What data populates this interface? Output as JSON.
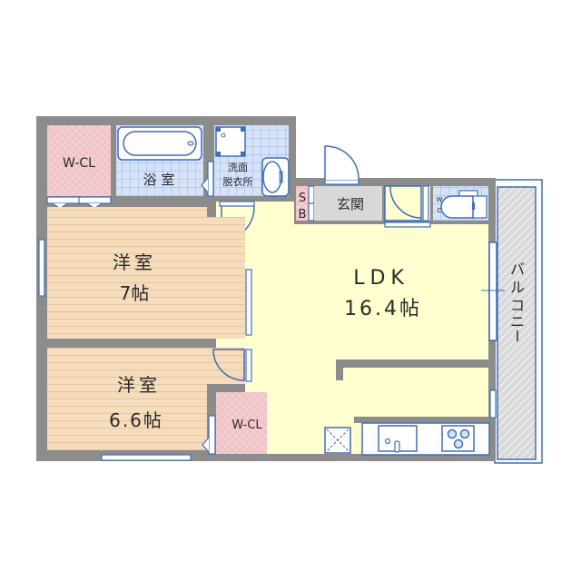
{
  "floorplan": {
    "colors": {
      "wall": "#8c8c8c",
      "ldk_floor": "#ffffd0",
      "wood_floor": "#f7dcbc",
      "wood_line": "#b9a48a",
      "closet": "#f3cdd0",
      "tile": "#d5e2f7",
      "tile_line": "#9ab4e4",
      "entrance": "#d8d8d8",
      "fixture": "#3f6db8",
      "balcony": "#d9d9d9"
    },
    "rooms": {
      "wcl_top": "W-CL",
      "bath": "浴 室",
      "washroom_line1": "洗面",
      "washroom_line2": "脱衣所",
      "shoebox_s": "S",
      "shoebox_b": "B",
      "entrance": "玄関",
      "wc_w": "W",
      "wc_c": "C",
      "ldk_name": "LDK",
      "ldk_size": "16.4帖",
      "room1_name": "洋室",
      "room1_size": "7帖",
      "room2_name": "洋室",
      "room2_size": "6.6帖",
      "wcl_bottom": "W-CL",
      "balcony": [
        "バ",
        "ル",
        "コ",
        "ニ",
        "ー"
      ]
    }
  }
}
